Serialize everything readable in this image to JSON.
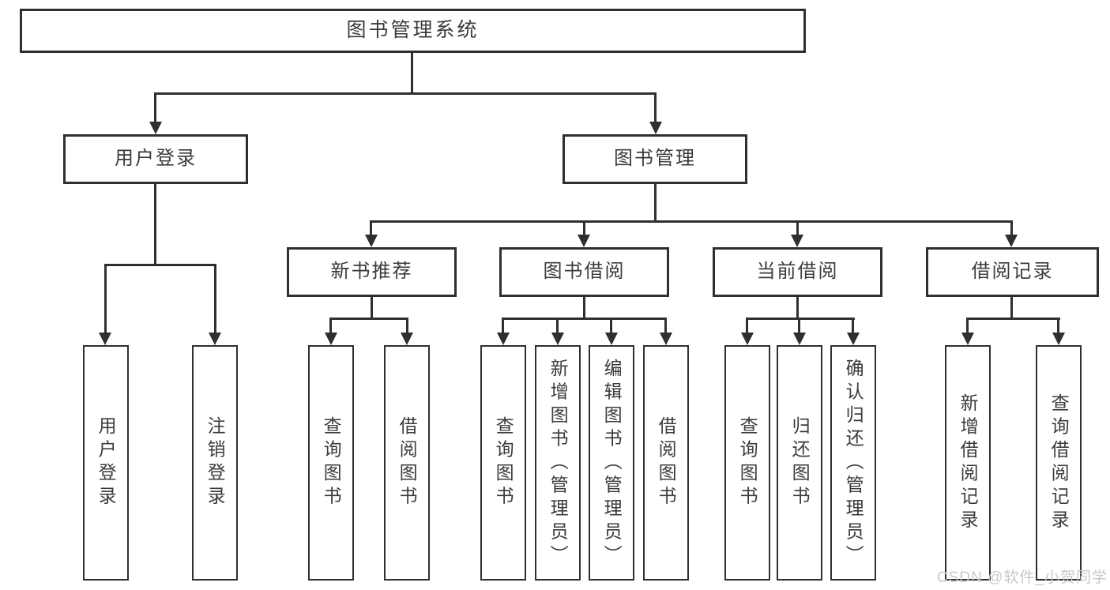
{
  "diagram": {
    "title_node": "图书管理系统",
    "level2": {
      "user_login": "用户登录",
      "book_management": "图书管理"
    },
    "level3": {
      "new_book_recommend": "新书推荐",
      "book_borrow": "图书借阅",
      "current_borrow": "当前借阅",
      "borrow_record": "借阅记录"
    },
    "leaves": {
      "user_login": "用户登录",
      "logout": "注销登录",
      "rec_query_book": "查询图书",
      "rec_borrow_book": "借阅图书",
      "bb_query_book": "查询图书",
      "bb_add_book": "新增图书（管理员）",
      "bb_edit_book": "编辑图书（管理员）",
      "bb_borrow_book": "借阅图书",
      "cb_query_book": "查询图书",
      "cb_return_book": "归还图书",
      "cb_confirm_return": "确认归还（管理员）",
      "br_add_record": "新增借阅记录",
      "br_query_record": "查询借阅记录"
    }
  },
  "watermark": "CSDN @软件_小贺同学",
  "colors": {
    "line": "#2f2f2f",
    "text": "#3b3b3b",
    "background": "#ffffff",
    "watermark": "#c6c9cd"
  }
}
